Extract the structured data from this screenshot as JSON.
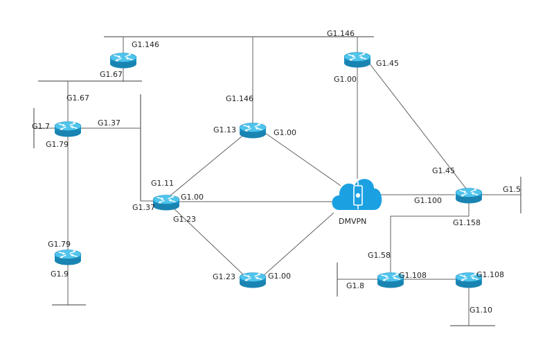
{
  "colors": {
    "router_top": "#4fc4ec",
    "router_side": "#1c8fc0",
    "router_dark": "#136f98",
    "arrow": "#ffffff",
    "cloud": "#1ba1e2",
    "line": "#5f5f5f"
  },
  "icons": {
    "router": "router-icon",
    "cloud": "dmvpn-cloud-icon"
  },
  "cloud": {
    "label": "DMVPN"
  },
  "labels": {
    "r_top_left_top": "G1.146",
    "r_top_left_bottom": "G1.67",
    "r_left_top": "G1.67",
    "r_left_left": "G1.7",
    "r_left_right": "G1.37",
    "r_left_bottom": "G1.79",
    "r_center_top_seg": "G1.146",
    "r_center_left": "G1.13",
    "r_center_right": "G1.00",
    "r_top_right_top": "G1.146",
    "r_top_right_right": "G1.45",
    "r_top_right_bottom": "G1.00",
    "r_mid_left_top": "G1.11",
    "r_mid_left_left": "G1.37",
    "r_mid_left_right": "G1.00",
    "r_mid_left_bottom": "G1.23",
    "r_bottom_left_top": "G1.79",
    "r_bottom_left_bottom": "G1.9",
    "r_bottom_center_left": "G1.23",
    "r_bottom_center_right": "G1.00",
    "r_right_top": "G1.45",
    "r_right_right": "G1.5",
    "r_right_left": "G1.100",
    "r_right_bottom": "G1.158",
    "r_br1_top": "G1.58",
    "r_br1_left": "G1.8",
    "r_br1_right": "G1.108",
    "r_br2_right": "G1.108",
    "r_br2_bottom": "G1.10"
  }
}
